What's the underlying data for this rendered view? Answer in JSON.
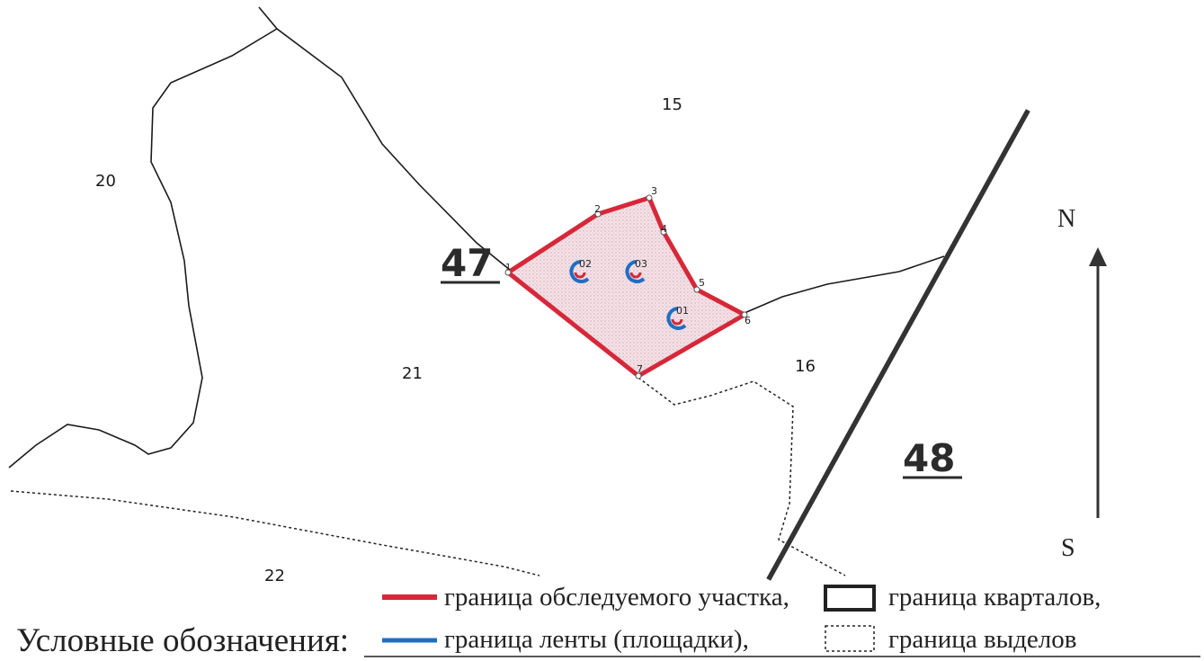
{
  "map": {
    "colors": {
      "plot_boundary": "#d62839",
      "plot_fill": "#f3d9e0",
      "tape_boundary": "#1e6fc4",
      "quarter_line": "#2b2b2b",
      "line": "#111111"
    },
    "quarter_numbers": [
      "47",
      "48"
    ],
    "allotment_numbers": [
      "15",
      "20",
      "21",
      "16",
      "22"
    ],
    "vertices": [
      "1",
      "2",
      "3",
      "4",
      "5",
      "6",
      "7"
    ],
    "sample_plots": [
      "02",
      "03",
      "01"
    ],
    "compass": {
      "north": "N",
      "south": "S"
    }
  },
  "legend": {
    "title": "Условные обозначения:",
    "items": {
      "plot": "граница обследуемого участка,",
      "tape": "граница ленты (площадки),",
      "quarters": "граница кварталов,",
      "allotments": "граница выделов"
    }
  }
}
